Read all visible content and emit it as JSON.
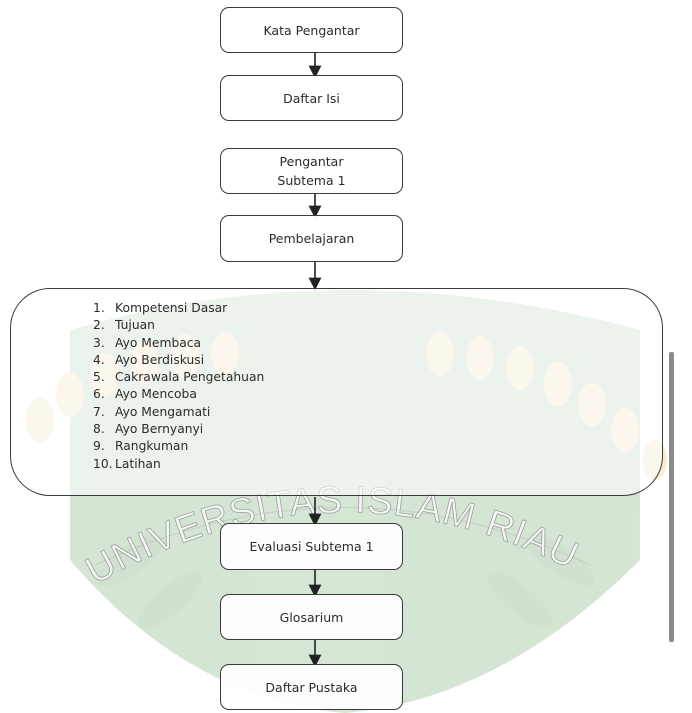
{
  "colors": {
    "watermark_green": "#3f8b3f",
    "watermark_gold": "#e0b040",
    "border": "#3a3a3a",
    "text": "#2b2b2b"
  },
  "watermark": {
    "text": "UNIVERSITAS ISLAM RIAU"
  },
  "flow": {
    "kata_pengantar": "Kata Pengantar",
    "daftar_isi": "Daftar Isi",
    "pengantar_line1": "Pengantar",
    "pengantar_line2": "Subtema 1",
    "pembelajaran": "Pembelajaran",
    "evaluasi": "Evaluasi Subtema 1",
    "glosarium": "Glosarium",
    "daftar_pustaka": "Daftar Pustaka"
  },
  "list": {
    "items": [
      {
        "num": "1.",
        "label": "Kompetensi Dasar"
      },
      {
        "num": "2.",
        "label": "Tujuan"
      },
      {
        "num": "3.",
        "label": "Ayo Membaca"
      },
      {
        "num": "4.",
        "label": "Ayo Berdiskusi"
      },
      {
        "num": "5.",
        "label": "Cakrawala Pengetahuan"
      },
      {
        "num": "6.",
        "label": "Ayo Mencoba"
      },
      {
        "num": "7.",
        "label": "Ayo Mengamati"
      },
      {
        "num": "8.",
        "label": "Ayo Bernyanyi"
      },
      {
        "num": "9.",
        "label": "Rangkuman"
      },
      {
        "num": "10.",
        "label": "Latihan"
      }
    ]
  }
}
